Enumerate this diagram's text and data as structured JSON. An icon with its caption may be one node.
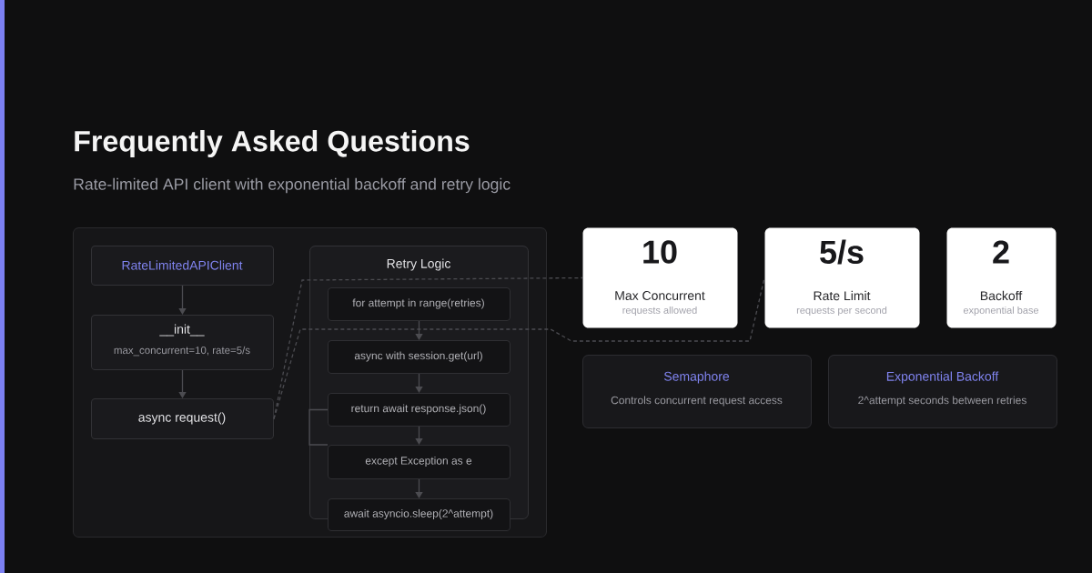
{
  "diagram": {
    "title": "Frequently Asked Questions",
    "nodes": [
      {
        "text": [],
        "shape": "box"
      },
      {
        "text": [
          "RateLimitedAPIClient"
        ],
        "in": 0
      },
      {
        "text": [
          "__init__",
          "max_concurrent=10, rate=5/s"
        ],
        "in": 0
      },
      {
        "text": [
          "async request()"
        ],
        "in": 0
      },
      {
        "text": [
          "Retry Logic"
        ],
        "in": 0
      },
      {
        "text": [
          "for attempt in range(retries)"
        ],
        "in": 4
      },
      {
        "text": [
          "async with session.get(url)"
        ],
        "in": 4
      },
      {
        "text": [
          "return await response.json()"
        ],
        "in": 4
      },
      {
        "text": [
          "except Exception as e"
        ],
        "in": 4
      },
      {
        "text": [
          "await asyncio.sleep(2^attempt)"
        ],
        "in": 0
      },
      {
        "text": [
          "10",
          "Max Concurrent",
          "requests allowed"
        ]
      },
      {
        "text": [
          "5/s",
          "Rate Limit",
          "requests per second"
        ]
      },
      {
        "text": [
          "2",
          "Backoff",
          "exponential base"
        ]
      },
      {
        "text": [
          "Semaphore",
          "Controls concurrent request access"
        ]
      },
      {
        "text": [
          "Exponential Backoff",
          "2^attempt seconds between retries"
        ]
      }
    ],
    "edges": [
      {
        "from": 1,
        "to": 2,
        "arrow": "to"
      },
      {
        "from": 2,
        "to": 3,
        "arrow": "to"
      },
      {
        "from": 5,
        "to": 6,
        "arrow": "to"
      },
      {
        "from": 6,
        "to": 7,
        "arrow": "to"
      },
      {
        "from": 7,
        "to": 8,
        "arrow": "to"
      },
      {
        "from": 8,
        "to": 9,
        "arrow": "to"
      },
      {
        "from": 7,
        "to": 8,
        "arrow": "none"
      },
      {
        "from": 3,
        "to": 10,
        "arrow": "none",
        "style": "dashed"
      },
      {
        "from": 3,
        "to": 11,
        "arrow": "none",
        "style": "dashed"
      }
    ],
    "labels": [
      "Rate-limited API client with exponential backoff and retry logic"
    ]
  }
}
